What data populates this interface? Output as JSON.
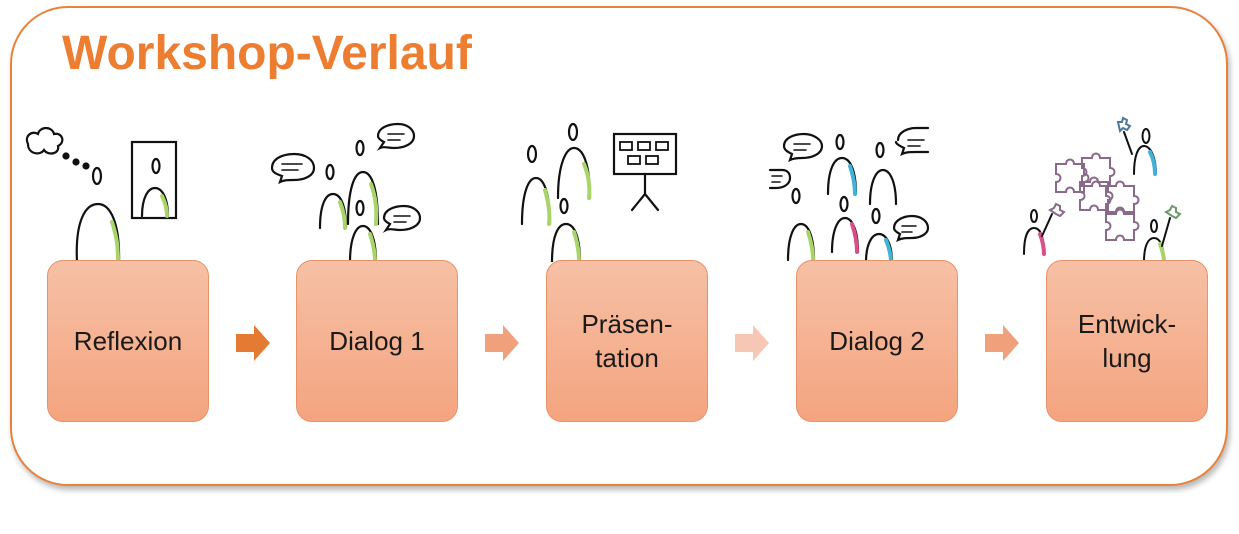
{
  "title": "Workshop-Verlauf",
  "steps": [
    {
      "label": "Reflexion"
    },
    {
      "label": "Dialog 1"
    },
    {
      "label": "Präsen-\ntation"
    },
    {
      "label": "Dialog 2"
    },
    {
      "label": "Entwick-\nlung"
    }
  ],
  "colors": {
    "accent": "#ED7D31",
    "box_fill_top": "#F6C0A5",
    "box_fill_bottom": "#F4A47F",
    "arrows": [
      "#E57A33",
      "#F0A07A",
      "#F6C7B5",
      "#F0A07A"
    ]
  },
  "icons": [
    "reflexion-sketch-icon",
    "dialog-sketch-icon",
    "presentation-sketch-icon",
    "group-dialog-sketch-icon",
    "puzzle-development-sketch-icon"
  ]
}
